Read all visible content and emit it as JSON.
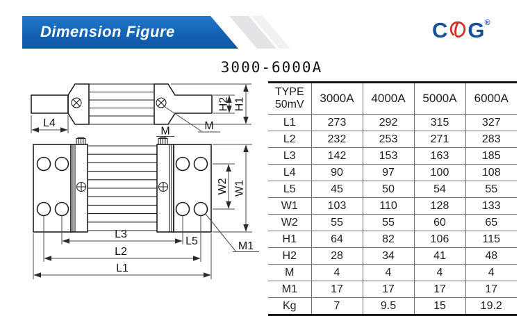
{
  "header": {
    "banner_label": "Dimension Figure",
    "logo": {
      "prefix": "C",
      "suffix": "G",
      "registered": "®"
    }
  },
  "figure": {
    "title": "3000-6000A",
    "labels": {
      "l4": "L4",
      "m": "M",
      "h2": "H2",
      "h1": "H1",
      "w2": "W2",
      "w1": "W1",
      "l3": "L3",
      "l5": "L5",
      "l2": "L2",
      "l1": "L1",
      "m1": "M1"
    }
  },
  "table": {
    "corner": {
      "line1": "TYPE",
      "line2": "50mV"
    },
    "columns": [
      "3000A",
      "4000A",
      "5000A",
      "6000A"
    ],
    "rows": [
      {
        "label": "L1",
        "values": [
          "273",
          "292",
          "315",
          "327"
        ]
      },
      {
        "label": "L2",
        "values": [
          "232",
          "253",
          "271",
          "283"
        ]
      },
      {
        "label": "L3",
        "values": [
          "142",
          "153",
          "163",
          "185"
        ]
      },
      {
        "label": "L4",
        "values": [
          "90",
          "97",
          "100",
          "108"
        ]
      },
      {
        "label": "L5",
        "values": [
          "45",
          "50",
          "54",
          "55"
        ]
      },
      {
        "label": "W1",
        "values": [
          "103",
          "110",
          "128",
          "133"
        ]
      },
      {
        "label": "W2",
        "values": [
          "55",
          "55",
          "60",
          "65"
        ]
      },
      {
        "label": "H1",
        "values": [
          "64",
          "82",
          "106",
          "115"
        ]
      },
      {
        "label": "H2",
        "values": [
          "28",
          "34",
          "41",
          "48"
        ]
      },
      {
        "label": "M",
        "values": [
          "4",
          "4",
          "4",
          "4"
        ]
      },
      {
        "label": "M1",
        "values": [
          "17",
          "17",
          "17",
          "17"
        ]
      },
      {
        "label": "Kg",
        "values": [
          "7",
          "9.5",
          "15",
          "19.2"
        ]
      }
    ]
  }
}
